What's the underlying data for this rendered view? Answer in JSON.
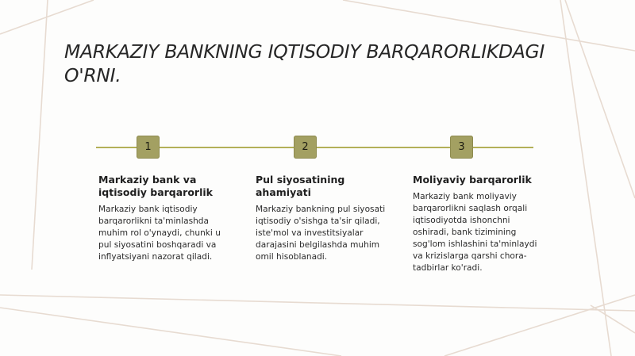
{
  "slide": {
    "title": "MARKAZIY BANKNING IQTISODIY BARQARORLIKDAGI O'RNI."
  },
  "colors": {
    "accent": "#a3a062",
    "line": "#b3b058",
    "background_lines": "#e6d9cf"
  },
  "timeline": {
    "steps": [
      {
        "number": "1",
        "title": "Markaziy bank va iqtisodiy barqarorlik",
        "description": "Markaziy bank iqtisodiy barqarorlikni ta'minlashda muhim rol o'ynaydi, chunki u pul siyosatini boshqaradi va inflyatsiyani nazorat qiladi."
      },
      {
        "number": "2",
        "title": "Pul siyosatining ahamiyati",
        "description": "Markaziy bankning pul siyosati iqtisodiy o'sishga ta'sir qiladi, iste'mol va investitsiyalar darajasini belgilashda muhim omil hisoblanadi."
      },
      {
        "number": "3",
        "title": "Moliyaviy barqarorlik",
        "description": "Markaziy bank moliyaviy barqarorlikni saqlash orqali iqtisodiyotda ishonchni oshiradi, bank tizimining sog'lom ishlashini ta'minlaydi va krizislarga qarshi chora-tadbirlar ko'radi."
      }
    ]
  }
}
